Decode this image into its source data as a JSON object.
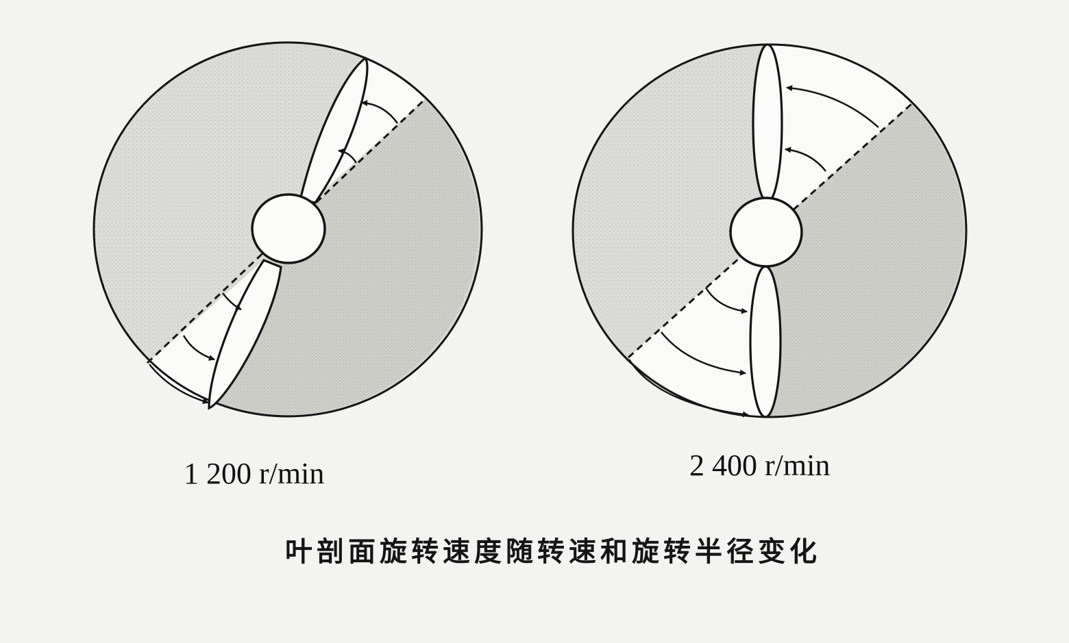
{
  "figure": {
    "caption": "叶剖面旋转速度随转速和旋转半径变化",
    "colors": {
      "background": "#f3f3f1",
      "stroke": "#141414",
      "shade_light": "#dcdcd8",
      "shade_dark": "#cfcfca",
      "sector": "#fafaf8"
    },
    "diagrams": [
      {
        "id": "left",
        "label": "1 200 r/min",
        "speed_rpm": 1200,
        "icons": [
          "propeller-disc",
          "hub-circle",
          "blade",
          "rotation-arrow",
          "dashed-reference-line"
        ]
      },
      {
        "id": "right",
        "label": "2 400 r/min",
        "speed_rpm": 2400,
        "icons": [
          "propeller-disc",
          "hub-circle",
          "blade",
          "rotation-arrow",
          "dashed-reference-line"
        ]
      }
    ]
  }
}
